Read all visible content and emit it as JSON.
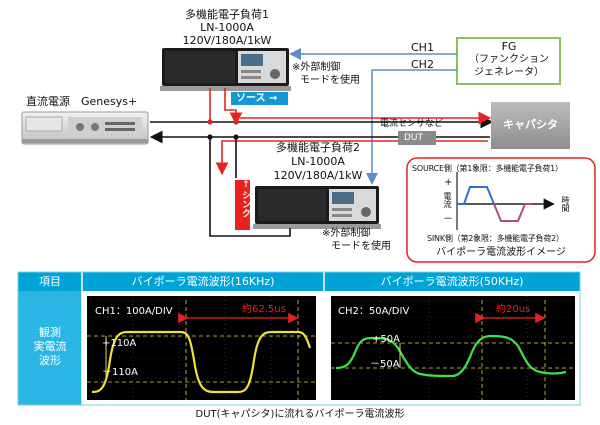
{
  "load1": {
    "title": "多機能電子負荷1",
    "model": "LN-1000A",
    "spec": "120V/180A/1kW"
  },
  "load2": {
    "title": "多機能電子負荷2",
    "model": "LN-1000A",
    "spec": "120V/180A/1kW"
  },
  "external_note1": {
    "line1": "※外部制御",
    "line2": "モードを使用"
  },
  "external_note2": {
    "line1": "※外部制御",
    "line2": "モードを使用"
  },
  "source_label": "ソース →",
  "sink_label": "← シンク",
  "fg": {
    "line1": "FG",
    "line2": "（ファンクション",
    "line3": "ジェネレータ）"
  },
  "ch1": "CH1",
  "ch2": "CH2",
  "psu_label": "直流電源　Genesys+",
  "sensor_label": "電流センサなど",
  "dut_label": "DUT",
  "capacitor_label": "キャパシタ",
  "waveform_box": {
    "source_side": "SOURCE側（第1象限：多機能電子負荷1）",
    "plus": "+",
    "current_axis": "電流",
    "minus": "－",
    "time_axis": "時間",
    "sink_side": "SINK側（第2象限：多機能電子負荷2）",
    "caption": "バイポーラ電流波形イメージ"
  },
  "table": {
    "header_item": "項目",
    "header_16k": "バイポーラ電流波形(16KHz)",
    "header_50k": "バイポーラ電流波形(50KHz)",
    "row_label_1": "観測",
    "row_label_2": "実電流",
    "row_label_3": "波形"
  },
  "scope1": {
    "ch_label": "CH1：100A/DIV",
    "period": "約62.5us",
    "pos": "+110A",
    "neg": "－110A"
  },
  "scope2": {
    "ch_label": "CH2：50A/DIV",
    "period": "約20us",
    "pos": "+50A",
    "neg": "－50A"
  },
  "footer_caption": "DUT(キャパシタ)に流れるバイポーラ電流波形"
}
